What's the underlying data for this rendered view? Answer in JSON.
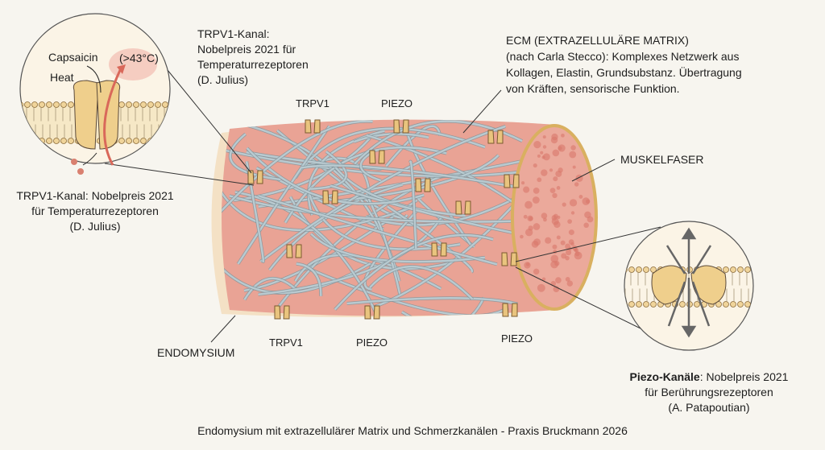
{
  "colors": {
    "background": "#f7f5ef",
    "muscle": "#e79a8a",
    "collagen": "#a9bcc4",
    "channel": "#e9c47e",
    "outline": "#5b4a3a"
  },
  "inset_trpv1": {
    "capsaicin": "Capsaicin",
    "heat": "Heat",
    "temperature": "(>43°C)",
    "caption": [
      "TRPV1-Kanal: Nobelpreis 2021",
      "für Temperaturrezeptoren",
      "(D. Julius)"
    ]
  },
  "top_note": [
    "TRPV1-Kanal:",
    "Nobelpreis 2021 für",
    "Temperaturrezeptoren",
    "(D. Julius)"
  ],
  "ecm_note": [
    "ECM (EXTRAZELLULÄRE MATRIX)",
    "(nach Carla Stecco): Komplexes Netzwerk aus",
    "Kollagen, Elastin, Grundsubstanz. Übertragung",
    "von Kräften, sensorische Funktion."
  ],
  "labels": {
    "muskelfaser": "MUSKELFASER",
    "endomysium": "ENDOMYSIUM",
    "trpv1_top": "TRPV1",
    "piezo_top": "PIEZO",
    "trpv1_bottom": "TRPV1",
    "piezo_bottom_1": "PIEZO",
    "piezo_bottom_2": "PIEZO"
  },
  "inset_piezo": {
    "caption_bold": "Piezo-Kanäle",
    "caption_rest": ": Nobelpreis 2021",
    "caption": [
      "für Berührungsrezeptoren",
      "(A. Patapoutian)"
    ]
  },
  "footer": "Endomysium mit extrazellulärer Matrix und Schmerzkanälen - Praxis Bruckmann 2026"
}
